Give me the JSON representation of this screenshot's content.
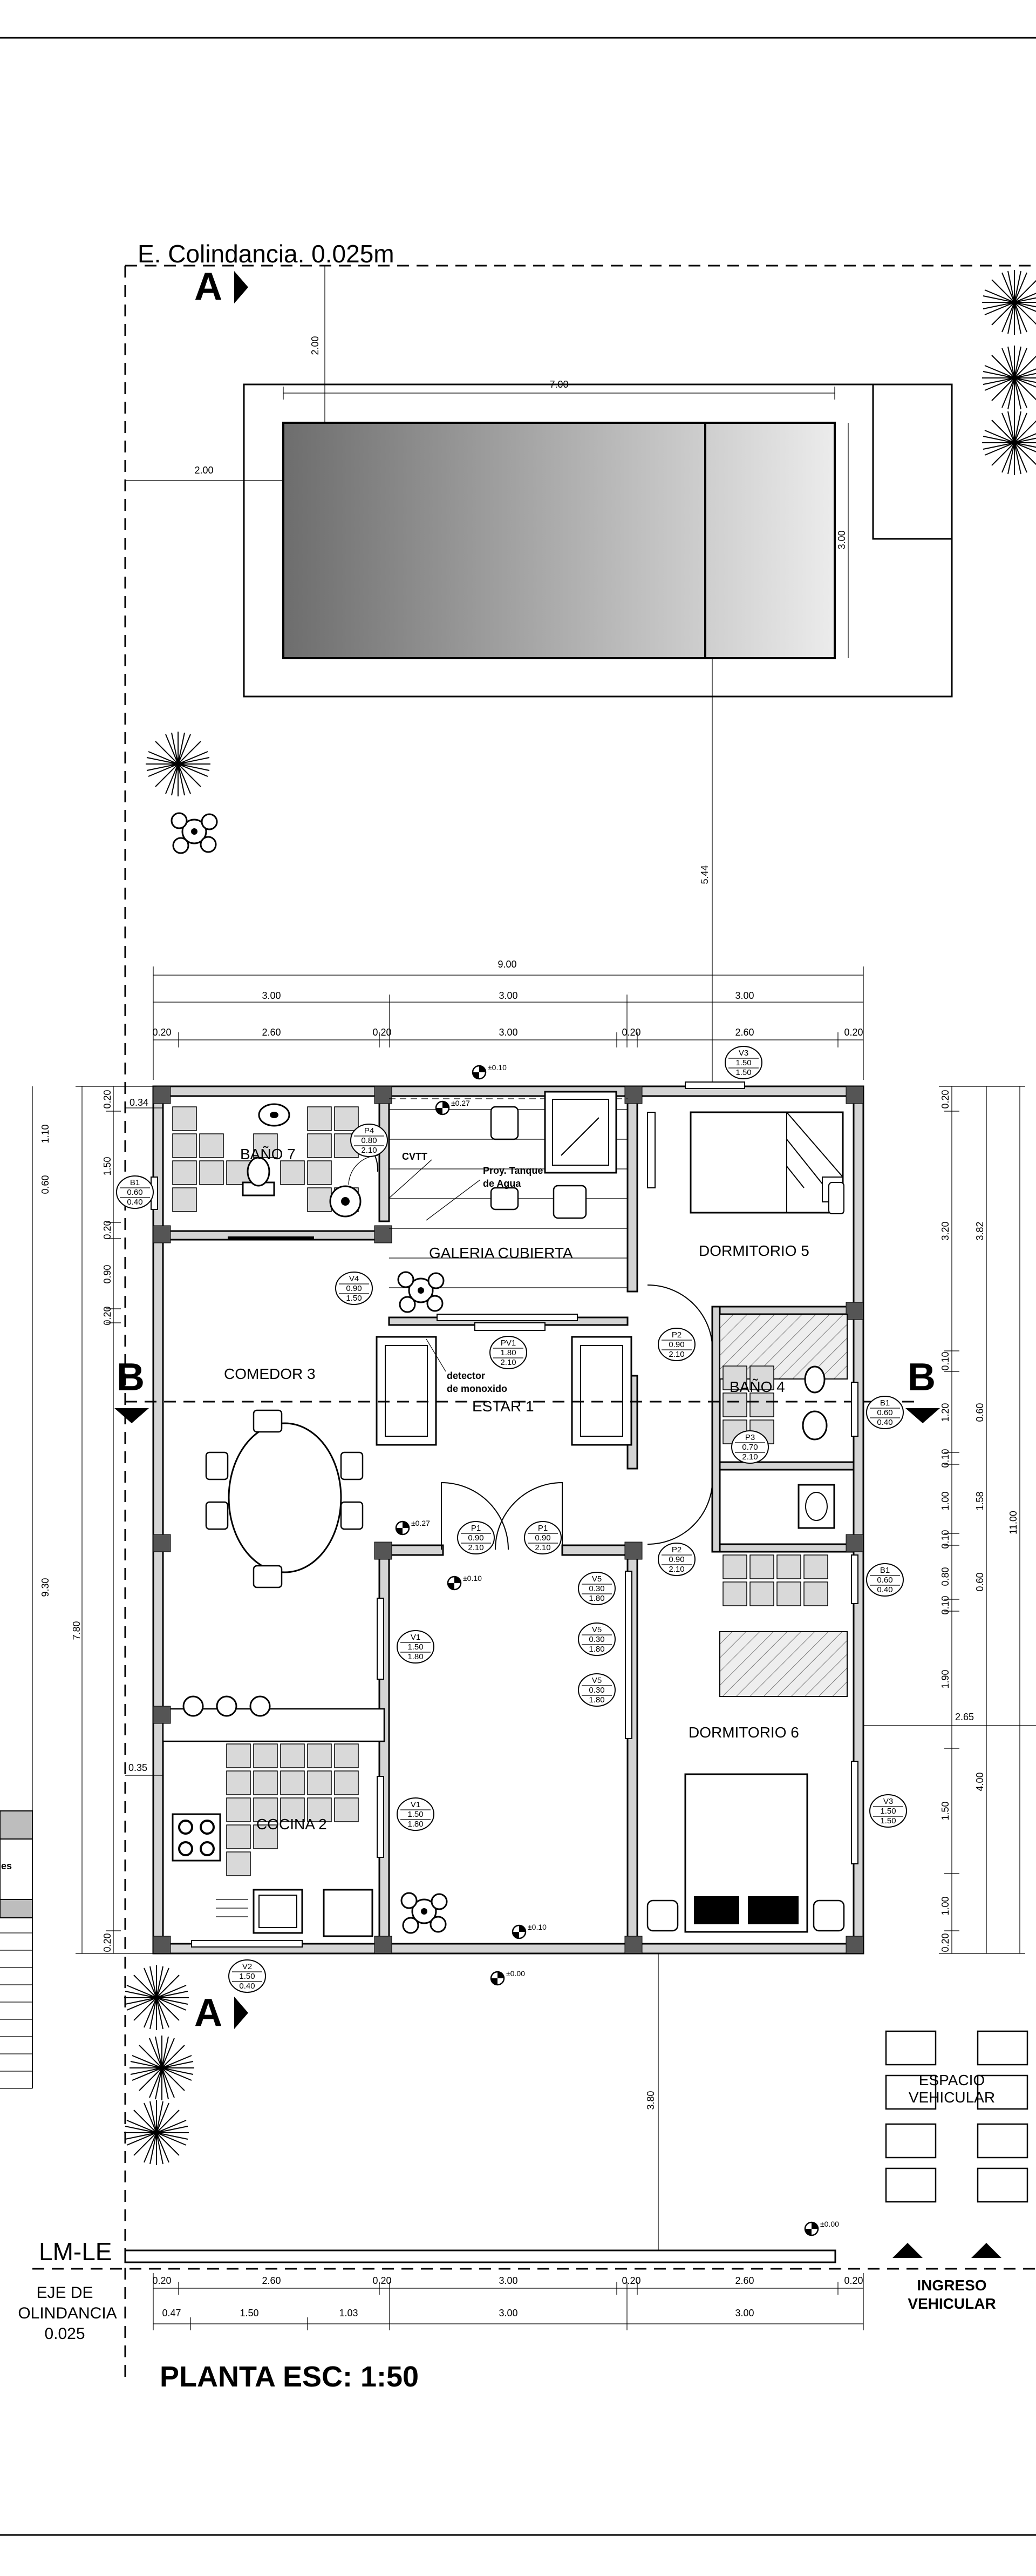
{
  "header": {
    "boundary_label": "E. Colindancia. 0.025m"
  },
  "sections": {
    "a": "A",
    "b": "B"
  },
  "pool_dims": {
    "top_offset": "2.00",
    "length": "7.00",
    "left_offset": "2.00",
    "width": "3.00",
    "to_house": "5.44"
  },
  "top_dims": {
    "total": "9.00",
    "middle": [
      "3.00",
      "3.00",
      "3.00"
    ],
    "detail": [
      "0.20",
      "2.60",
      "0.20",
      "3.00",
      "0.20",
      "2.60",
      "0.20"
    ]
  },
  "bottom_dims": {
    "detail": [
      "0.20",
      "2.60",
      "0.20",
      "3.00",
      "0.20",
      "2.60",
      "0.20"
    ],
    "lower": [
      "0.47",
      "1.50",
      "1.03",
      "3.00",
      "3.00"
    ]
  },
  "left_dims": {
    "inner": [
      "0.20",
      "1.50",
      "0.20",
      "0.90",
      "0.20",
      "7.80",
      "0.20"
    ],
    "small": [
      "1.10",
      "0.60"
    ],
    "total": "9.30",
    "offset_top": "0.34",
    "offset_kitchen": "0.35"
  },
  "right_dims": {
    "inner": [
      "0.20",
      "3.20",
      "0.10",
      "1.20",
      "0.10",
      "1.00",
      "0.10",
      "0.80",
      "0.10",
      "1.90",
      "1.50",
      "1.00",
      "0.20"
    ],
    "middle": [
      "3.82",
      "0.60",
      "1.58",
      "0.60",
      "4.00"
    ],
    "total": "11.00",
    "side": "2.65",
    "garden": "3.80"
  },
  "rooms": {
    "bano7": "BAÑO 7",
    "galeria": "GALERIA CUBIERTA",
    "dormitorio5": "DORMITORIO 5",
    "comedor": "COMEDOR 3",
    "estar": "ESTAR 1",
    "bano4": "BAÑO 4",
    "dormitorio6": "DORMITORIO 6",
    "cocina": "COCINA 2"
  },
  "notes": {
    "cvtt": "CVTT",
    "tank1": "Proy. Tanque",
    "tank2": "de Agua",
    "detector1": "detector",
    "detector2": "de monoxido"
  },
  "openings": [
    {
      "code": "P4",
      "w": "0.80",
      "h": "2.10"
    },
    {
      "code": "B1",
      "w": "0.60",
      "h": "0.40"
    },
    {
      "code": "V4",
      "w": "0.90",
      "h": "1.50"
    },
    {
      "code": "V3",
      "w": "1.50",
      "h": "1.50"
    },
    {
      "code": "PV1",
      "w": "1.80",
      "h": "2.10"
    },
    {
      "code": "P2",
      "w": "0.90",
      "h": "2.10"
    },
    {
      "code": "B1",
      "w": "0.60",
      "h": "0.40"
    },
    {
      "code": "P3",
      "w": "0.70",
      "h": "2.10"
    },
    {
      "code": "P1",
      "w": "0.90",
      "h": "2.10"
    },
    {
      "code": "P1",
      "w": "0.90",
      "h": "2.10"
    },
    {
      "code": "P2",
      "w": "0.90",
      "h": "2.10"
    },
    {
      "code": "B1",
      "w": "0.60",
      "h": "0.40"
    },
    {
      "code": "V5",
      "w": "0.30",
      "h": "1.80"
    },
    {
      "code": "V5",
      "w": "0.30",
      "h": "1.80"
    },
    {
      "code": "V5",
      "w": "0.30",
      "h": "1.80"
    },
    {
      "code": "V1",
      "w": "1.50",
      "h": "1.80"
    },
    {
      "code": "V1",
      "w": "1.50",
      "h": "1.80"
    },
    {
      "code": "V3",
      "w": "1.50",
      "h": "1.50"
    },
    {
      "code": "V2",
      "w": "1.50",
      "h": "0.40"
    }
  ],
  "levels": [
    "±0.10",
    "±0.27",
    "±0.27",
    "±0.10",
    "±0.10",
    "±0.00",
    "±0.00"
  ],
  "footer": {
    "lm": "LM-LE",
    "eje1": "EJE DE",
    "eje2": "OLINDANCIA",
    "eje3": "0.025",
    "parking1": "ESPACIO",
    "parking2": "VEHICULAR",
    "ingreso1": "INGRESO",
    "ingreso2": "VEHICULAR",
    "title": "PLANTA ESC: 1:50"
  },
  "side_fragment": "es"
}
